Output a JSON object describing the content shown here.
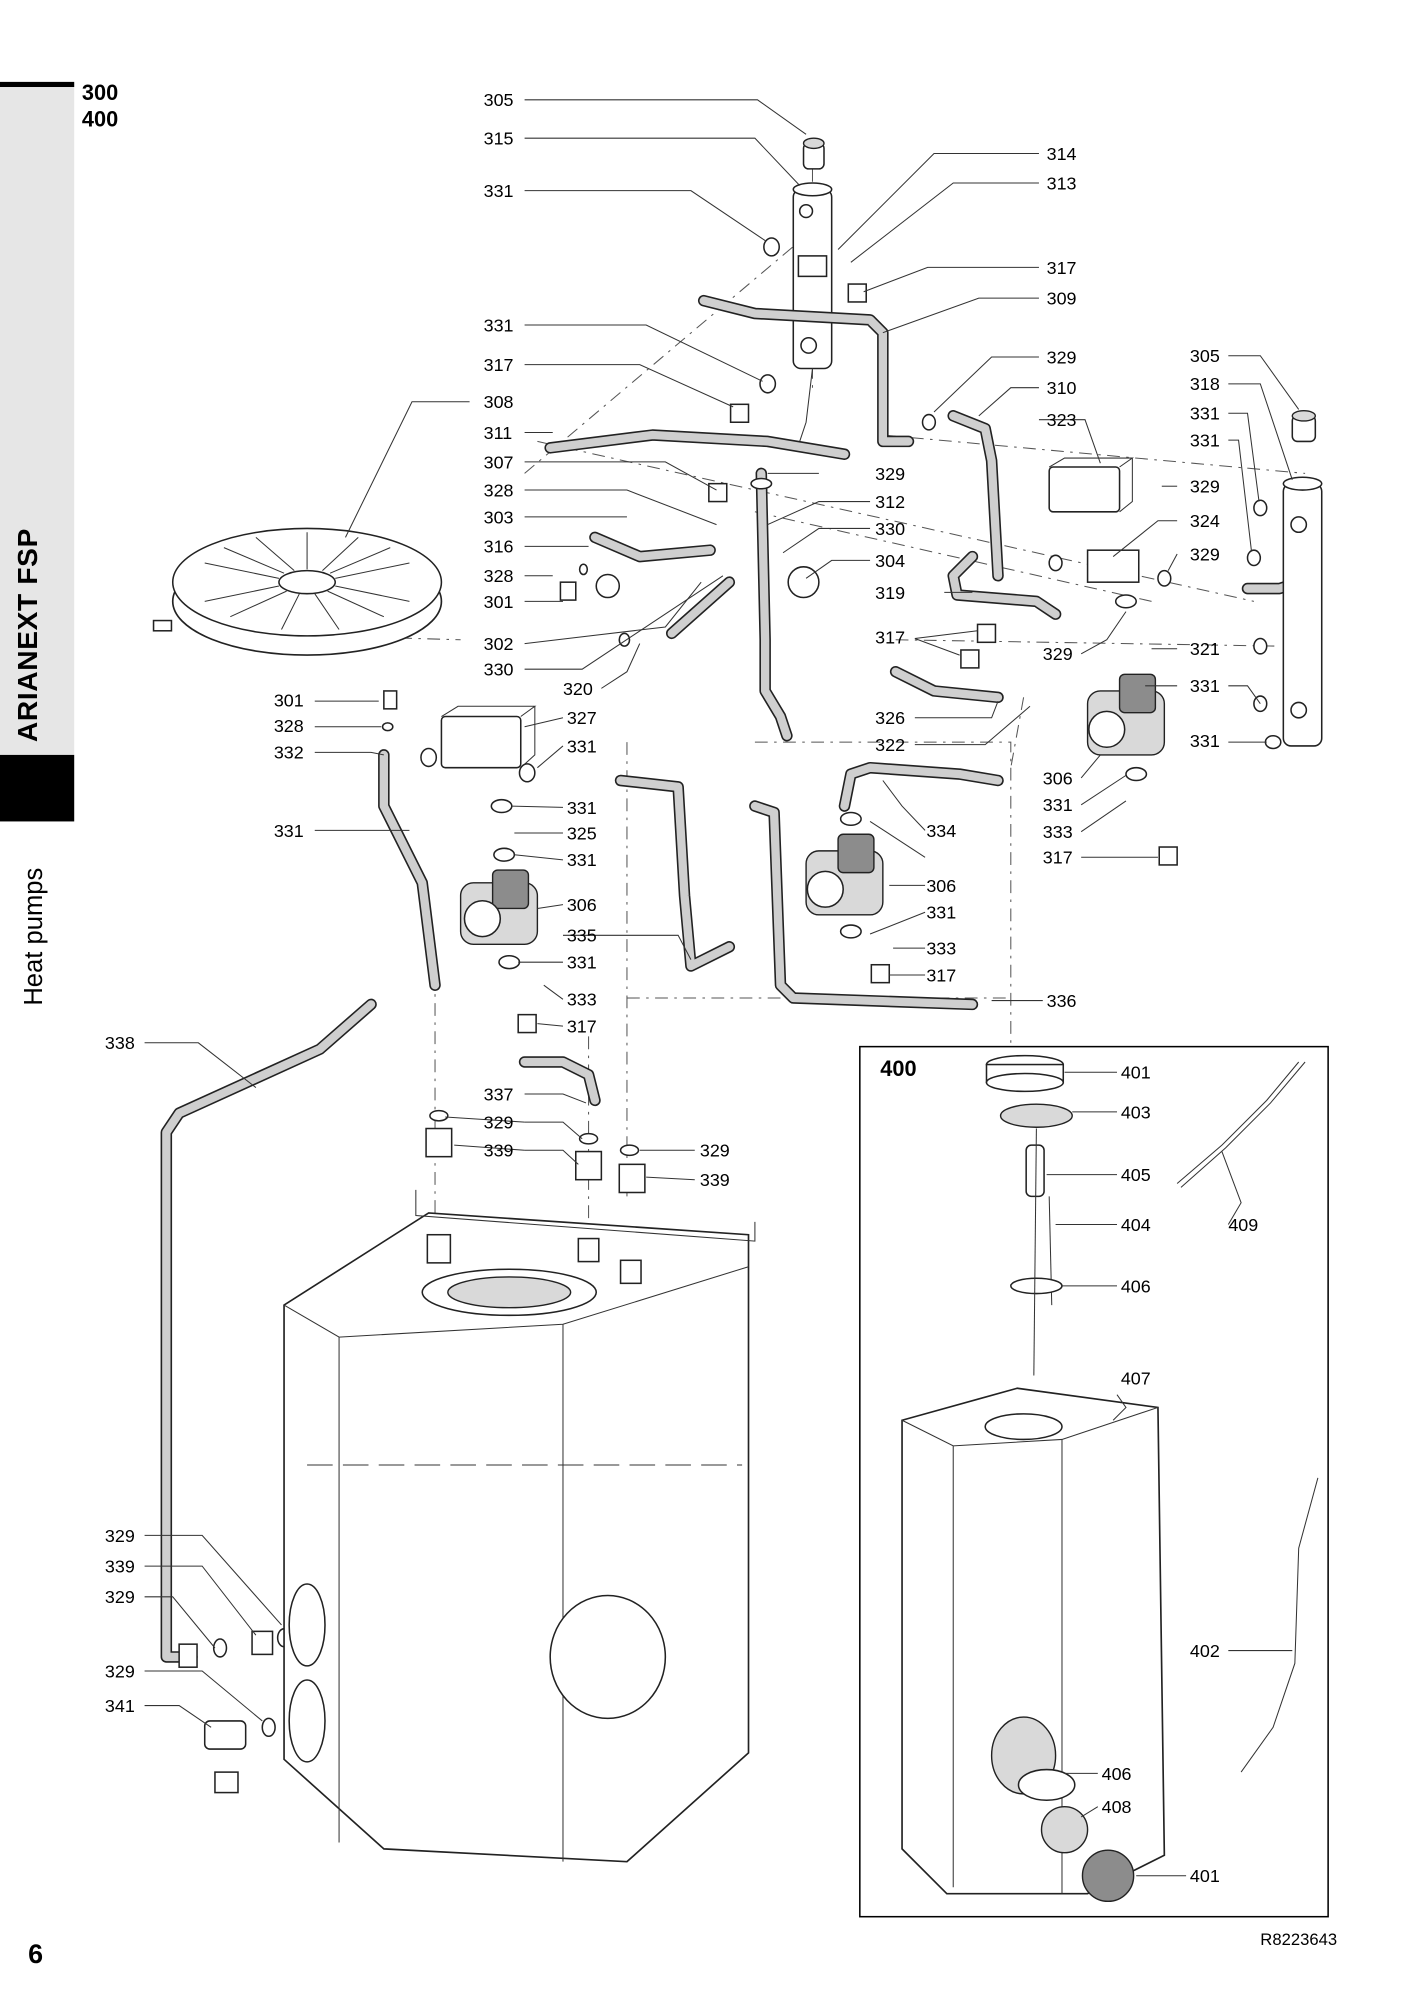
{
  "header": {
    "model_line_1": "300",
    "model_line_2": "400"
  },
  "sidebar": {
    "title": "ARIANEXT FSP",
    "subtitle": "Heat pumps"
  },
  "footer": {
    "page_number": "6",
    "doc_ref": "R8223643"
  },
  "inset": {
    "title": "400"
  },
  "labels": [
    {
      "id": "L305a",
      "text": "305"
    },
    {
      "id": "L315",
      "text": "315"
    },
    {
      "id": "L331a",
      "text": "331"
    },
    {
      "id": "L314",
      "text": "314"
    },
    {
      "id": "L313",
      "text": "313"
    },
    {
      "id": "L317a",
      "text": "317"
    },
    {
      "id": "L309",
      "text": "309"
    },
    {
      "id": "L331b",
      "text": "331"
    },
    {
      "id": "L317b",
      "text": "317"
    },
    {
      "id": "L329a",
      "text": "329"
    },
    {
      "id": "L310",
      "text": "310"
    },
    {
      "id": "L308",
      "text": "308"
    },
    {
      "id": "L311",
      "text": "311"
    },
    {
      "id": "L323",
      "text": "323"
    },
    {
      "id": "L307",
      "text": "307"
    },
    {
      "id": "L329b",
      "text": "329"
    },
    {
      "id": "L328a",
      "text": "328"
    },
    {
      "id": "L312",
      "text": "312"
    },
    {
      "id": "L303",
      "text": "303"
    },
    {
      "id": "L330a",
      "text": "330"
    },
    {
      "id": "L316",
      "text": "316"
    },
    {
      "id": "L304",
      "text": "304"
    },
    {
      "id": "L328b",
      "text": "328"
    },
    {
      "id": "L319",
      "text": "319"
    },
    {
      "id": "L301a",
      "text": "301"
    },
    {
      "id": "L305b",
      "text": "305"
    },
    {
      "id": "L318",
      "text": "318"
    },
    {
      "id": "L331c",
      "text": "331"
    },
    {
      "id": "L331d",
      "text": "331"
    },
    {
      "id": "L329c",
      "text": "329"
    },
    {
      "id": "L324",
      "text": "324"
    },
    {
      "id": "L329d",
      "text": "329"
    },
    {
      "id": "L317c",
      "text": "317"
    },
    {
      "id": "L302",
      "text": "302"
    },
    {
      "id": "L329e",
      "text": "329"
    },
    {
      "id": "L321",
      "text": "321"
    },
    {
      "id": "L330b",
      "text": "330"
    },
    {
      "id": "L320",
      "text": "320"
    },
    {
      "id": "L331e",
      "text": "331"
    },
    {
      "id": "L326",
      "text": "326"
    },
    {
      "id": "L301b",
      "text": "301"
    },
    {
      "id": "L327",
      "text": "327"
    },
    {
      "id": "L328c",
      "text": "328"
    },
    {
      "id": "L322",
      "text": "322"
    },
    {
      "id": "L331f",
      "text": "331"
    },
    {
      "id": "L332",
      "text": "332"
    },
    {
      "id": "L331g",
      "text": "331"
    },
    {
      "id": "L306a",
      "text": "306"
    },
    {
      "id": "L331h",
      "text": "331"
    },
    {
      "id": "L331i",
      "text": "331"
    },
    {
      "id": "L325",
      "text": "325"
    },
    {
      "id": "L334",
      "text": "334"
    },
    {
      "id": "L333a",
      "text": "333"
    },
    {
      "id": "L331j",
      "text": "331"
    },
    {
      "id": "L331k",
      "text": "331"
    },
    {
      "id": "L317d",
      "text": "317"
    },
    {
      "id": "L306b",
      "text": "306"
    },
    {
      "id": "L306c",
      "text": "306"
    },
    {
      "id": "L335",
      "text": "335"
    },
    {
      "id": "L331l",
      "text": "331"
    },
    {
      "id": "L331m",
      "text": "331"
    },
    {
      "id": "L333b",
      "text": "333"
    },
    {
      "id": "L333c",
      "text": "333"
    },
    {
      "id": "L317e",
      "text": "317"
    },
    {
      "id": "L317f",
      "text": "317"
    },
    {
      "id": "L336",
      "text": "336"
    },
    {
      "id": "L338",
      "text": "338"
    },
    {
      "id": "L337",
      "text": "337"
    },
    {
      "id": "L329f",
      "text": "329"
    },
    {
      "id": "L339a",
      "text": "339"
    },
    {
      "id": "L329g",
      "text": "329"
    },
    {
      "id": "L339b",
      "text": "339"
    },
    {
      "id": "L401a",
      "text": "401"
    },
    {
      "id": "L403",
      "text": "403"
    },
    {
      "id": "L405",
      "text": "405"
    },
    {
      "id": "L404",
      "text": "404"
    },
    {
      "id": "L409",
      "text": "409"
    },
    {
      "id": "L406a",
      "text": "406"
    },
    {
      "id": "L407",
      "text": "407"
    },
    {
      "id": "L402",
      "text": "402"
    },
    {
      "id": "L406b",
      "text": "406"
    },
    {
      "id": "L408",
      "text": "408"
    },
    {
      "id": "L401b",
      "text": "401"
    },
    {
      "id": "L329h",
      "text": "329"
    },
    {
      "id": "L339c",
      "text": "339"
    },
    {
      "id": "L329i",
      "text": "329"
    },
    {
      "id": "L329j",
      "text": "329"
    },
    {
      "id": "L341",
      "text": "341"
    }
  ]
}
